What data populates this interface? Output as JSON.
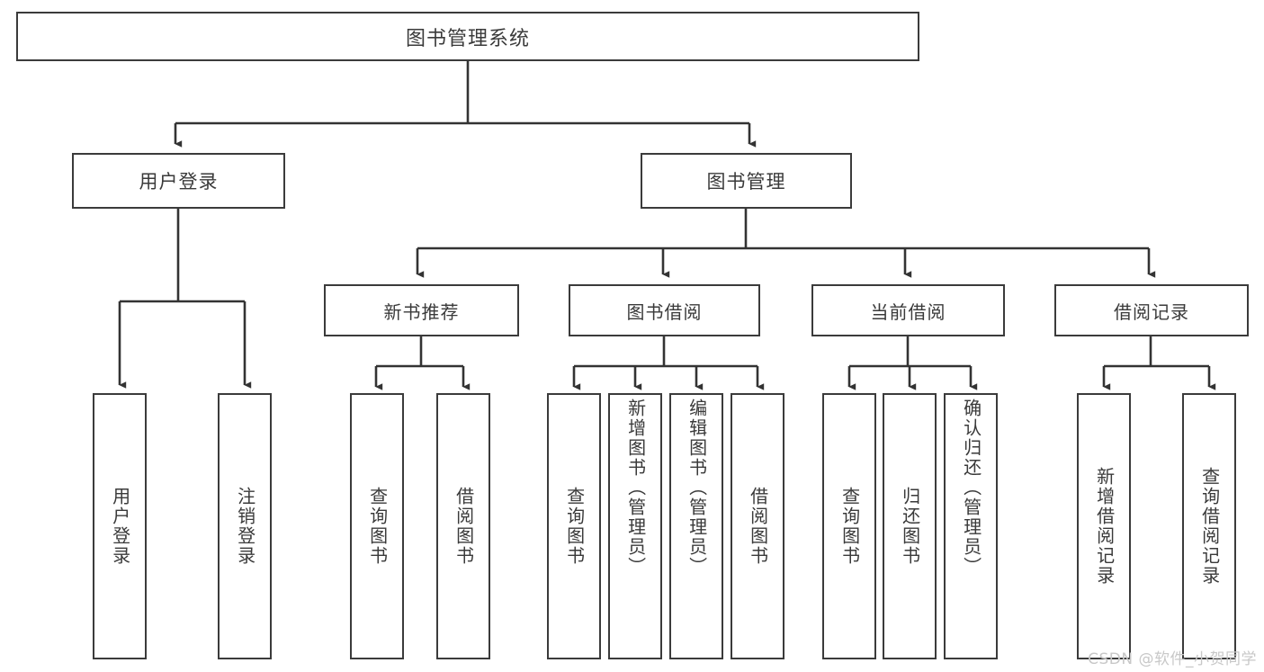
{
  "diagram": {
    "title": "图书管理系统",
    "type": "tree-hierarchy-chart",
    "colors": {
      "background": "#ffffff",
      "box_border": "#3b3b3b",
      "box_fill": "#ffffff",
      "text": "#3a3a3a",
      "edge": "#333333",
      "watermark": "#c8c8c8"
    },
    "watermark": "CSDN @软件_小贺同学",
    "root": {
      "label": "图书管理系统"
    },
    "level1": [
      {
        "label": "用户登录"
      },
      {
        "label": "图书管理"
      }
    ],
    "level2": [
      {
        "label": "新书推荐"
      },
      {
        "label": "图书借阅"
      },
      {
        "label": "当前借阅"
      },
      {
        "label": "借阅记录"
      }
    ],
    "leaves": {
      "user_login": [
        {
          "label": "用户登录"
        },
        {
          "label": "注销登录"
        }
      ],
      "new_book_recommend": [
        {
          "label": "查询图书"
        },
        {
          "label": "借阅图书"
        }
      ],
      "book_borrow": [
        {
          "label": "查询图书"
        },
        {
          "label": "新增图书（管理员）"
        },
        {
          "label": "编辑图书（管理员）"
        },
        {
          "label": "借阅图书"
        }
      ],
      "current_borrow": [
        {
          "label": "查询图书"
        },
        {
          "label": "归还图书"
        },
        {
          "label": "确认归还（管理员）"
        }
      ],
      "borrow_record": [
        {
          "label": "新增借阅记录"
        },
        {
          "label": "查询借阅记录"
        }
      ]
    }
  },
  "chart_data": {
    "type": "table",
    "title": "图书管理系统 功能结构图",
    "nodes": [
      {
        "level": 0,
        "label": "图书管理系统",
        "parent": null
      },
      {
        "level": 1,
        "label": "用户登录",
        "parent": "图书管理系统"
      },
      {
        "level": 1,
        "label": "图书管理",
        "parent": "图书管理系统"
      },
      {
        "level": 2,
        "label": "用户登录",
        "parent": "用户登录"
      },
      {
        "level": 2,
        "label": "注销登录",
        "parent": "用户登录"
      },
      {
        "level": 2,
        "label": "新书推荐",
        "parent": "图书管理"
      },
      {
        "level": 2,
        "label": "图书借阅",
        "parent": "图书管理"
      },
      {
        "level": 2,
        "label": "当前借阅",
        "parent": "图书管理"
      },
      {
        "level": 2,
        "label": "借阅记录",
        "parent": "图书管理"
      },
      {
        "level": 3,
        "label": "查询图书",
        "parent": "新书推荐"
      },
      {
        "level": 3,
        "label": "借阅图书",
        "parent": "新书推荐"
      },
      {
        "level": 3,
        "label": "查询图书",
        "parent": "图书借阅"
      },
      {
        "level": 3,
        "label": "新增图书（管理员）",
        "parent": "图书借阅"
      },
      {
        "level": 3,
        "label": "编辑图书（管理员）",
        "parent": "图书借阅"
      },
      {
        "level": 3,
        "label": "借阅图书",
        "parent": "图书借阅"
      },
      {
        "level": 3,
        "label": "查询图书",
        "parent": "当前借阅"
      },
      {
        "level": 3,
        "label": "归还图书",
        "parent": "当前借阅"
      },
      {
        "level": 3,
        "label": "确认归还（管理员）",
        "parent": "当前借阅"
      },
      {
        "level": 3,
        "label": "新增借阅记录",
        "parent": "借阅记录"
      },
      {
        "level": 3,
        "label": "查询借阅记录",
        "parent": "借阅记录"
      }
    ]
  }
}
